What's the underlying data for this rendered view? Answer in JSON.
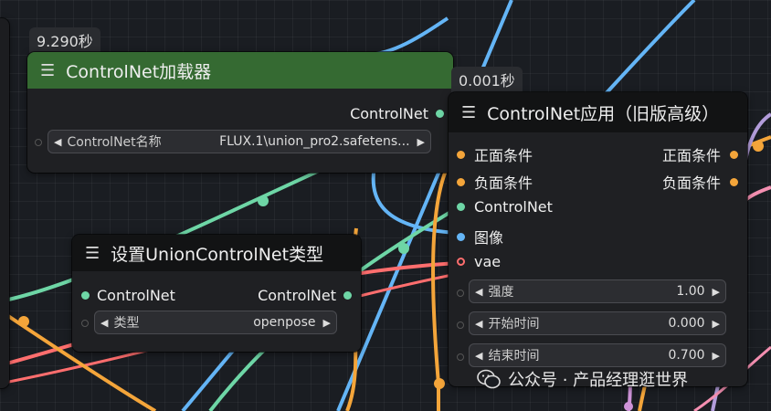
{
  "colors": {
    "controlnet": "#6ed6a6",
    "conditioning": "#f4a53a",
    "image": "#64b5f6",
    "vae": "#ff6e6e",
    "loader_header": "#356a32",
    "dark_header": "#121314"
  },
  "loader_node": {
    "timer": "9.290秒",
    "title": "ControlNet加载器",
    "output_label": "ControlNet",
    "widget_label": "ControlNet名称",
    "widget_value": "FLUX.1\\union_pro2.safetens..."
  },
  "union_node": {
    "title": "设置UnionControlNet类型",
    "input_label": "ControlNet",
    "output_label": "ControlNet",
    "widget_label": "类型",
    "widget_value": "openpose"
  },
  "apply_node": {
    "timer": "0.001秒",
    "title": "ControlNet应用（旧版高级）",
    "inputs": [
      "正面条件",
      "负面条件",
      "ControlNet",
      "图像",
      "vae"
    ],
    "outputs": [
      "正面条件",
      "负面条件"
    ],
    "widgets": [
      {
        "label": "强度",
        "value": "1.00"
      },
      {
        "label": "开始时间",
        "value": "0.000"
      },
      {
        "label": "结束时间",
        "value": "0.700"
      }
    ]
  },
  "watermark": "公众号 · 产品经理逛世界"
}
